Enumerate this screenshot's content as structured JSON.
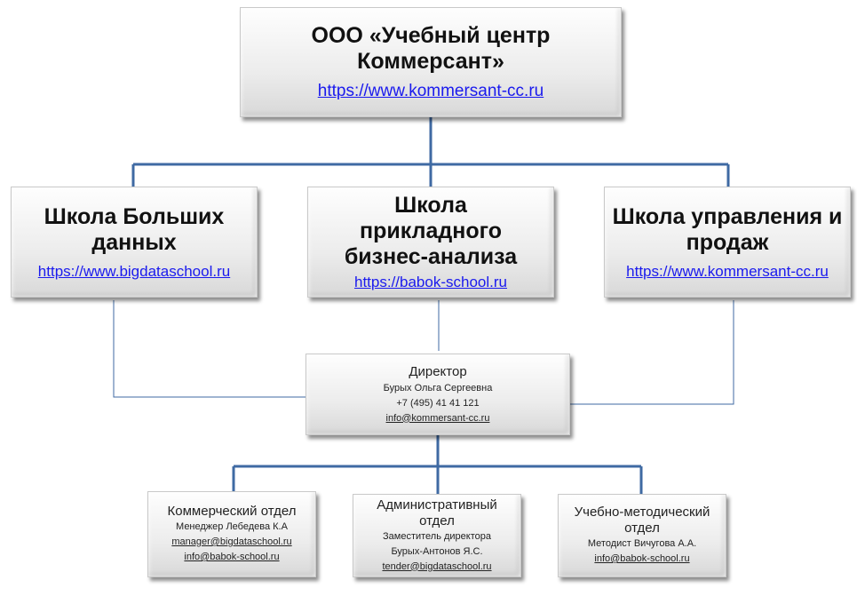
{
  "company": {
    "title": "ООО «Учебный центр Коммерсант»",
    "url": "https://www.kommersant-cc.ru"
  },
  "schools": [
    {
      "title": "Школа Больших данных",
      "url": "https://www.bigdataschool.ru"
    },
    {
      "title": "Школа прикладного бизнес-анализа",
      "url": "https://babok-school.ru"
    },
    {
      "title": "Школа управления и продаж",
      "url": "https://www.kommersant-cc.ru"
    }
  ],
  "director": {
    "title": "Директор",
    "name": "Бурых Ольга Сергеевна",
    "phone": "+7 (495) 41 41 121",
    "email": "info@kommersant-cc.ru"
  },
  "departments": [
    {
      "title": "Коммерческий отдел",
      "person": "Менеджер Лебедева К.А",
      "emails": [
        "manager@bigdataschool.ru",
        "info@babok-school.ru"
      ]
    },
    {
      "title": "Административный отдел",
      "person": "Заместитель директора",
      "person2": "Бурых-Антонов Я.С.",
      "emails": [
        "tender@bigdataschool.ru"
      ]
    },
    {
      "title": "Учебно-методический отдел",
      "person": "Методист Вичугова А.А.",
      "emails": [
        "info@babok-school.ru"
      ]
    }
  ],
  "colors": {
    "connector": "#3f6aa3",
    "link": "#1a1aee"
  }
}
